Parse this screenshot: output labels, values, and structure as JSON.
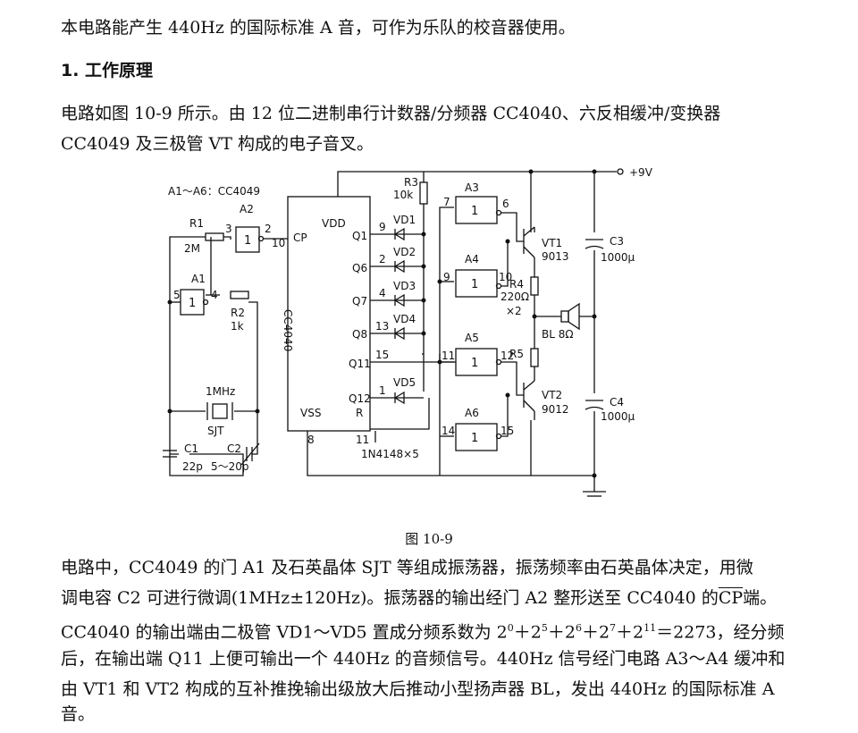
{
  "text": {
    "intro": "本电路能产生 440Hz 的国际标准 A 音，可作为乐队的校音器使用。",
    "section_title": "1. 工作原理",
    "para1_line1": "电路如图 10-9 所示。由 12 位二进制串行计数器/分频器 CC4040、六反相缓冲/变换器",
    "para1_line2": "CC4049 及三极管 VT 构成的电子音叉。",
    "caption": "图 10-9",
    "para2_l1": "电路中，CC4049 的门 A1 及石英晶体 SJT 等组成振荡器，振荡频率由石英晶体决定，用微",
    "para2_l2a": "调电容 C2 可进行微调(1MHz±120Hz)。振荡器的输出经门 A2 整形送至 CC4040 的",
    "para2_l2_cp": "CP",
    "para2_l2b": "端。",
    "para2_l3a": "CC4040 的输出端由二极管 VD1～VD5 置成分频系数为 2",
    "para2_l3_e0": "0",
    "para2_l3_p1": "＋2",
    "para2_l3_e5": "5",
    "para2_l3_p2": "＋2",
    "para2_l3_e6": "6",
    "para2_l3_p3": "＋2",
    "para2_l3_e7": "7",
    "para2_l3_p4": "＋2",
    "para2_l3_e11": "11",
    "para2_l3_b": "＝2273，经分频",
    "para2_l4": "后，在输出端 Q11 上便可输出一个 440Hz 的音频信号。440Hz 信号经门电路 A3～A4 缓冲和",
    "para2_l5": "由 VT1 和 VT2 构成的互补推挽输出级放大后推动小型扬声器 BL，发出 440Hz 的国际标准 A",
    "para2_l6": "音。"
  },
  "schematic": {
    "gates_note": "A1～A6：CC4049",
    "supply": "+9V",
    "ic_name": "CC4040",
    "ic_cp": "CP",
    "ic_vdd": "VDD",
    "ic_vss": "VSS",
    "ic_r": "R",
    "ic_q1": "Q1",
    "ic_q6": "Q6",
    "ic_q7": "Q7",
    "ic_q8": "Q8",
    "ic_q11": "Q11",
    "ic_q12": "Q12",
    "gate_a1": "A1",
    "gate_a2": "A2",
    "gate_a3": "A3",
    "gate_a4": "A4",
    "gate_a5": "A5",
    "gate_a6": "A6",
    "gate_one": "1",
    "r1": "R1",
    "r1_val": "2M",
    "r2": "R2",
    "r2_val": "1k",
    "r3": "R3",
    "r3_val": "10k",
    "r4": "R4",
    "r4_val": "220Ω",
    "r4_mult": "×2",
    "r5": "R5",
    "xtal_freq": "1MHz",
    "xtal": "SJT",
    "c1": "C1",
    "c1_val": "22p",
    "c2": "C2",
    "c2_val": "5～20p",
    "c3": "C3",
    "c3_val": "1000μ",
    "c4": "C4",
    "c4_val": "1000μ",
    "vt1": "VT1",
    "vt1_part": "9013",
    "vt2": "VT2",
    "vt2_part": "9012",
    "bl": "BL 8Ω",
    "vd1": "VD1",
    "vd2": "VD2",
    "vd3": "VD3",
    "vd4": "VD4",
    "vd5": "VD5",
    "diodes": "1N4148×5",
    "pin_2": "2",
    "pin_3": "3",
    "pin_4": "4",
    "pin_5": "5",
    "pin_6": "6",
    "pin_7": "7",
    "pin_8": "8",
    "pin_9": "9",
    "pin_10": "10",
    "pin_11": "11",
    "pin_12": "12",
    "pin_13": "13",
    "pin_14": "14",
    "pin_15": "15",
    "pin_1": "1"
  }
}
